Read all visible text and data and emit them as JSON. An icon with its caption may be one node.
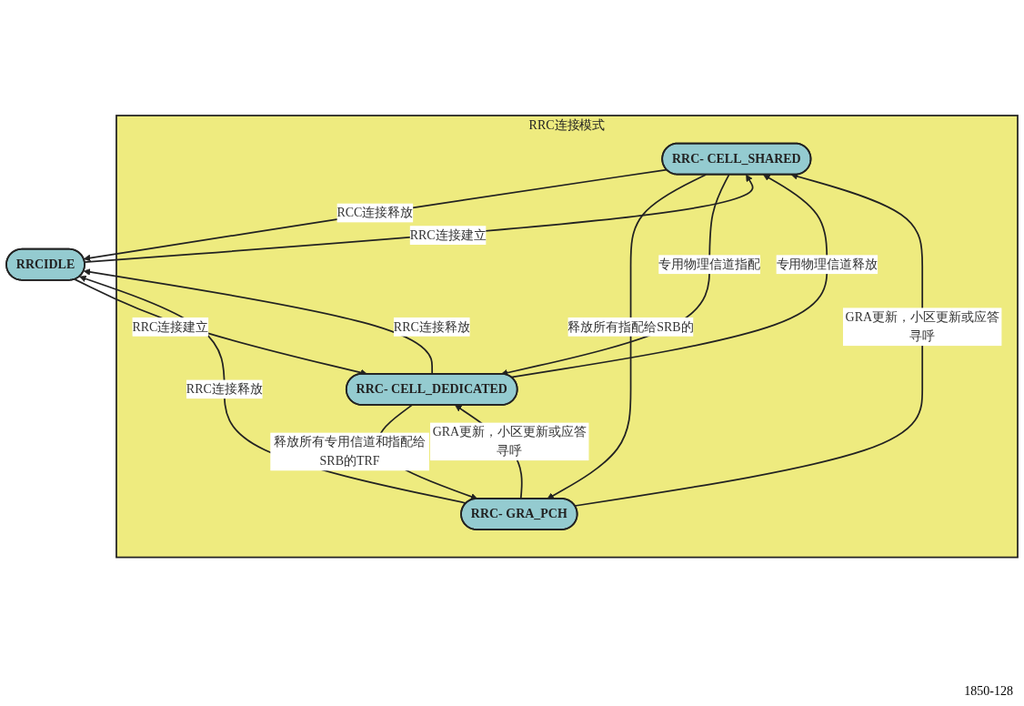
{
  "diagram": {
    "nodes": [
      {
        "text": [
          "RRC连接模式"
        ]
      },
      {
        "text": [
          "RRCIDLE"
        ]
      },
      {
        "text": [
          "RRC- CELL_SHARED"
        ],
        "in": 0
      },
      {
        "text": [
          "RRC- GRA_PCH"
        ],
        "in": 0
      },
      {
        "text": [
          "RRC- CELL_DEDICATED"
        ],
        "in": 0
      }
    ],
    "edges": [
      {
        "from": 2,
        "to": 1,
        "arrow": "to",
        "label": "RCC连接释放"
      },
      {
        "from": 1,
        "to": 2,
        "arrow": "to",
        "label": "RRC连接建立"
      },
      {
        "from": 3,
        "to": 1,
        "arrow": "to",
        "label": "RRC连接释放"
      },
      {
        "from": 3,
        "to": 2,
        "arrow": "to",
        "label": "GRA更新，小区更新或应答寻呼"
      },
      {
        "from": 2,
        "to": 3,
        "arrow": "to",
        "label": "释放所有指配给SRB的"
      },
      {
        "from": 2,
        "to": 4,
        "arrow": "to",
        "label": "专用物理信道指配"
      },
      {
        "from": 4,
        "to": 2,
        "arrow": "to",
        "label": "专用物理信道释放"
      },
      {
        "from": 3,
        "to": 4,
        "arrow": "to",
        "label": "GRA更新，小区更新或应答寻呼"
      },
      {
        "from": 4,
        "to": 3,
        "arrow": "to",
        "label": "释放所有专用信道和指配给SRB的TRF"
      },
      {
        "from": 1,
        "to": 4,
        "arrow": "to",
        "label": "RRC连接建立"
      },
      {
        "from": 4,
        "to": 1,
        "arrow": "to",
        "label": "RRC连接释放"
      }
    ],
    "labels": [
      "1850-128"
    ]
  }
}
